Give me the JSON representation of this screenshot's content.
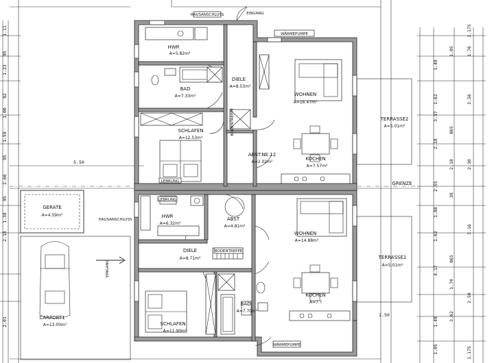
{
  "rooms": {
    "hwr_top": {
      "name": "HWR",
      "area": "A=5.82m²"
    },
    "bad_top": {
      "name": "BAD",
      "area": "A=7.33m²"
    },
    "diele_top": {
      "name": "DIELE",
      "area": "A=8.53m²"
    },
    "wohnen_top": {
      "name": "WOHNEN",
      "area": "A=16.47m²"
    },
    "schlafen_top": {
      "name": "SCHLAFEN",
      "area": "A=12.53m²"
    },
    "abst_top": {
      "name": "ABST.NE.12",
      "area": "A=2.02m²"
    },
    "kochen_top": {
      "name": "KOCHEN",
      "area": "A=7.57m²"
    },
    "terrasse2": {
      "name": "TERRASSE2",
      "area": "A=5.01m²"
    },
    "gerate": {
      "name": "GERATE",
      "area": "A=4.59m²"
    },
    "hwr_bot": {
      "name": "HWR",
      "area": "A=6.32m²"
    },
    "abst_bot": {
      "name": "ABST",
      "area": "A=4.81m²"
    },
    "wohnen_bot": {
      "name": "WOHNEN",
      "area": "A=14.88m²"
    },
    "diele_bot": {
      "name": "DIELE",
      "area": "A=8.71m²"
    },
    "terrasse1": {
      "name": "TERRASSE1",
      "area": "A=5.01m²"
    },
    "kochen_bot": {
      "name": "KOCHEN",
      "area": "A=7.?"
    },
    "carport1": {
      "name": "CARPORT1",
      "area": "A=13.00m²"
    },
    "schlafen_bot": {
      "name": "SCHLAFEN",
      "area": "A=11.90m²"
    },
    "bad_bot": {
      "name": "BAD",
      "area": "A=7.70m²"
    }
  },
  "labels": {
    "hausanschluss_top": "HAUSANSCHLUSS",
    "eingang_top": "EINGANG",
    "waermepumpe_top": "WÄRMEPUMPE",
    "bodentreppe_top": "BODENTREPPE",
    "lebrung_top": "LEBRUNG",
    "lebrung_bot": "LEBRUNG",
    "hausanschluss_bot": "HAUSANSCHLUSS",
    "bodentreppe_bot": "BODENTREPPE",
    "waermepumpe_bot": "WÄRMEPUMPE",
    "grenze": "GRENZE",
    "eingang_bot": "EINGANG"
  },
  "dimensions": {
    "left_col": [
      "1.11",
      "95",
      "1.23",
      "92",
      "1.00",
      "1.59",
      "95",
      "2.66",
      "95",
      "1.38",
      "2.18",
      "2.01"
    ],
    "right_col_a": [
      "1.175",
      "1.76",
      "3.56",
      "2.30",
      "3.16",
      "2.50",
      "1.175"
    ],
    "right_col_b": [
      "1.49",
      "1.62",
      "3.37",
      "2.18",
      "2.55",
      "1.88",
      "1.62",
      "4.17",
      "1.49",
      "1.05"
    ],
    "right_col_c": [
      "1.05",
      "865",
      "2.18",
      "38",
      "865",
      "1.70",
      "3.62"
    ],
    "horizontal": [
      "5.50",
      "2.50"
    ]
  }
}
